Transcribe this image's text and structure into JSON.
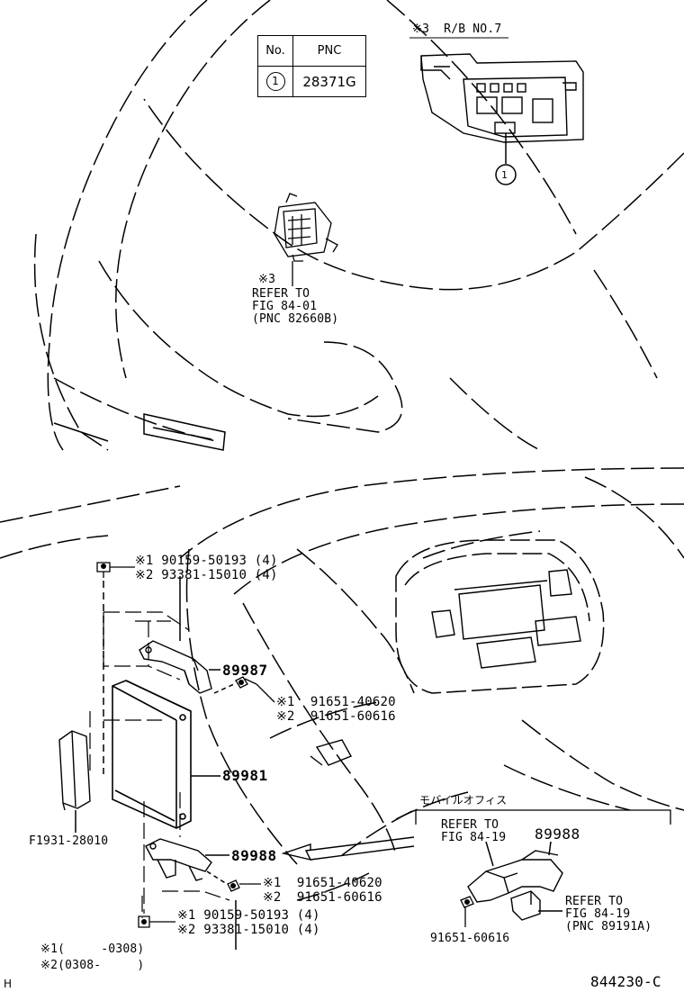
{
  "table": {
    "header_no": "No.",
    "header_pnc": "PNC",
    "row_no": "1",
    "row_pnc": "28371G"
  },
  "rb": {
    "title": "※3  R/B NO.7",
    "callout": "1"
  },
  "refer_top": {
    "mark": "※3",
    "line1": "REFER TO",
    "line2": "FIG 84-01",
    "line3": "(PNC 82660B)"
  },
  "bolt_top": {
    "line1": "※1 90159-50193 (4)",
    "line2": "※2 93381-15010 (4)"
  },
  "parts": {
    "p89987": "89987",
    "p89981": "89981",
    "p89988": "89988",
    "f1931": "F1931-28010"
  },
  "nut_mid": {
    "line1": "※1  91651-40620",
    "line2": "※2  91651-60616"
  },
  "nut_low": {
    "line1": "※1  91651-40620",
    "line2": "※2  91651-60616"
  },
  "bolt_low": {
    "line1": "※1 90159-50193 (4)",
    "line2": "※2 93381-15010 (4)"
  },
  "legend": {
    "line1": "※1(     -0308)",
    "line2": "※2(0308-     )"
  },
  "mobile": {
    "title": "モバイルオフィス",
    "refer1_l1": "REFER TO",
    "refer1_l2": "FIG 84-19",
    "part": "89988",
    "refer2_l1": "REFER TO",
    "refer2_l2": "FIG 84-19",
    "refer2_l3": "(PNC 89191A)",
    "nut": "91651-60616"
  },
  "footer": {
    "corner": "H",
    "code": "844230-C"
  }
}
